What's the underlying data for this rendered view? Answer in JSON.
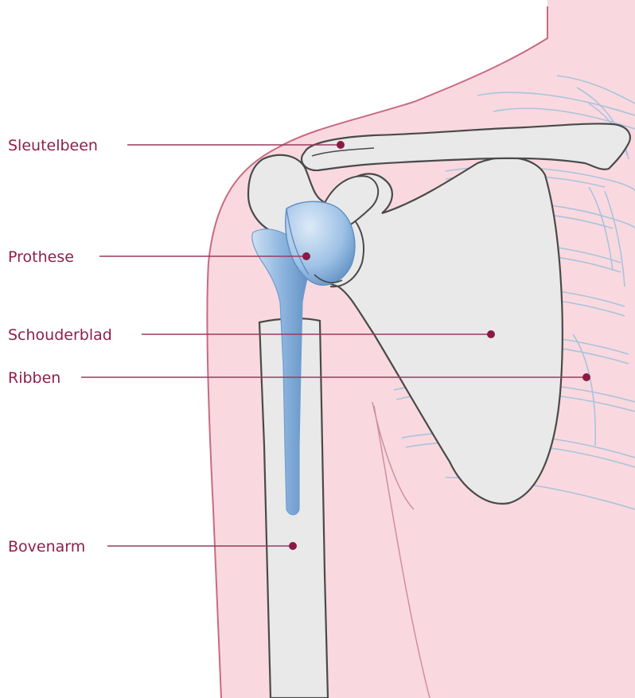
{
  "diagram": {
    "colors": {
      "skin": "#f9d9df",
      "skin_outline": "#c96a82",
      "bone": "#e9e9ea",
      "bone_outline": "#4a4a4a",
      "rib_lines": "#a9c3dc",
      "prosthesis": "#a9c9e8",
      "prosthesis_dark": "#6f9fd0",
      "label": "#8e1f4b",
      "leader": "#9b3a5f",
      "dot": "#8a1a44"
    },
    "labels": [
      {
        "id": "clavicle",
        "text": "Sleutelbeen"
      },
      {
        "id": "prosthesis",
        "text": "Prothese"
      },
      {
        "id": "scapula",
        "text": "Schouderblad"
      },
      {
        "id": "ribs",
        "text": "Ribben"
      },
      {
        "id": "humerus",
        "text": "Bovenarm"
      }
    ]
  }
}
